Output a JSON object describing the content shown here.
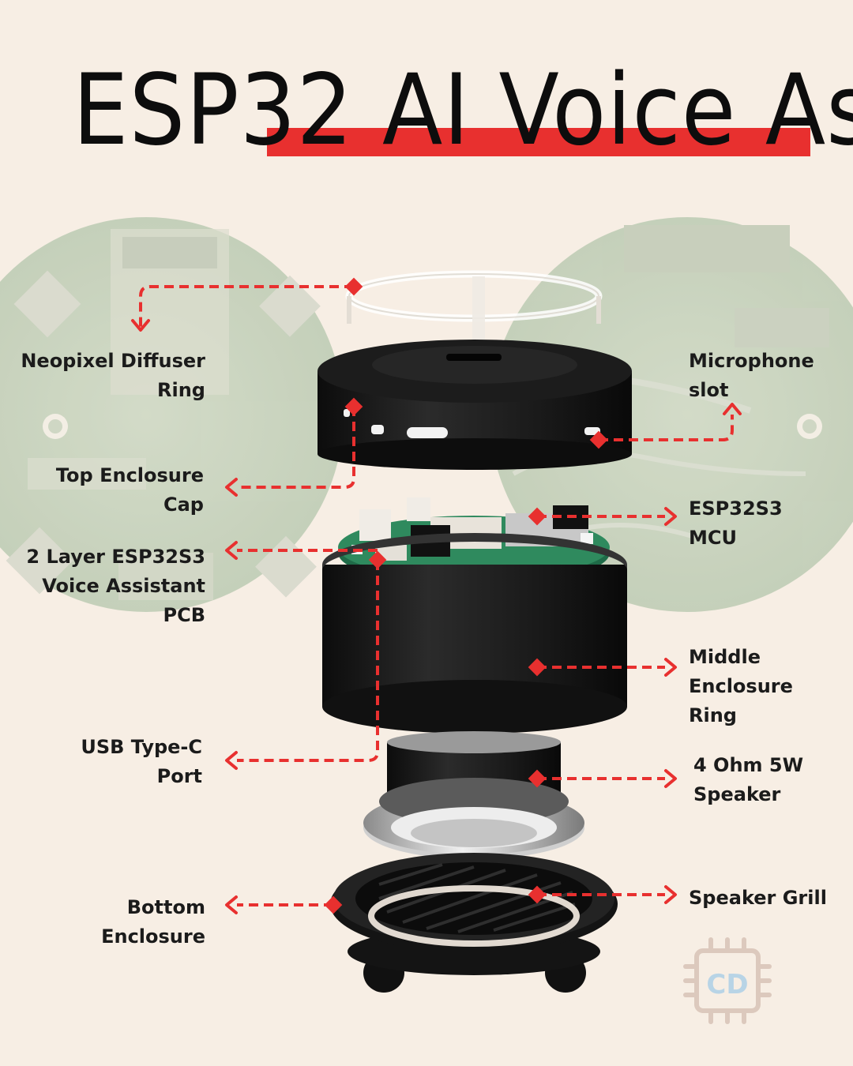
{
  "title": {
    "part1": "ESP32 ",
    "part2": "AI Voice Assistant"
  },
  "colors": {
    "background": "#f7eee4",
    "accent": "#e8302f",
    "text": "#1b1b1b",
    "enclosure": "#1a1a1a",
    "pcb": "#2f8a5e",
    "pcb_background": "#c9d4bf"
  },
  "labels": {
    "neopixel_diffuser_ring": "Neopixel Diffuser\nRing",
    "top_enclosure_cap": "Top Enclosure\nCap",
    "pcb": "2 Layer ESP32S3\nVoice Assistant\nPCB",
    "usb_type_c_port": "USB Type-C\nPort",
    "bottom_enclosure": "Bottom\nEnclosure",
    "microphone_slot": "Microphone\nslot",
    "esp32s3_mcu": "ESP32S3\nMCU",
    "middle_enclosure_ring": "Middle\nEnclosure\nRing",
    "speaker": "4 Ohm 5W\nSpeaker",
    "speaker_grill": "Speaker Grill"
  },
  "logo": {
    "letters": "CD",
    "icon": "chip-icon"
  }
}
